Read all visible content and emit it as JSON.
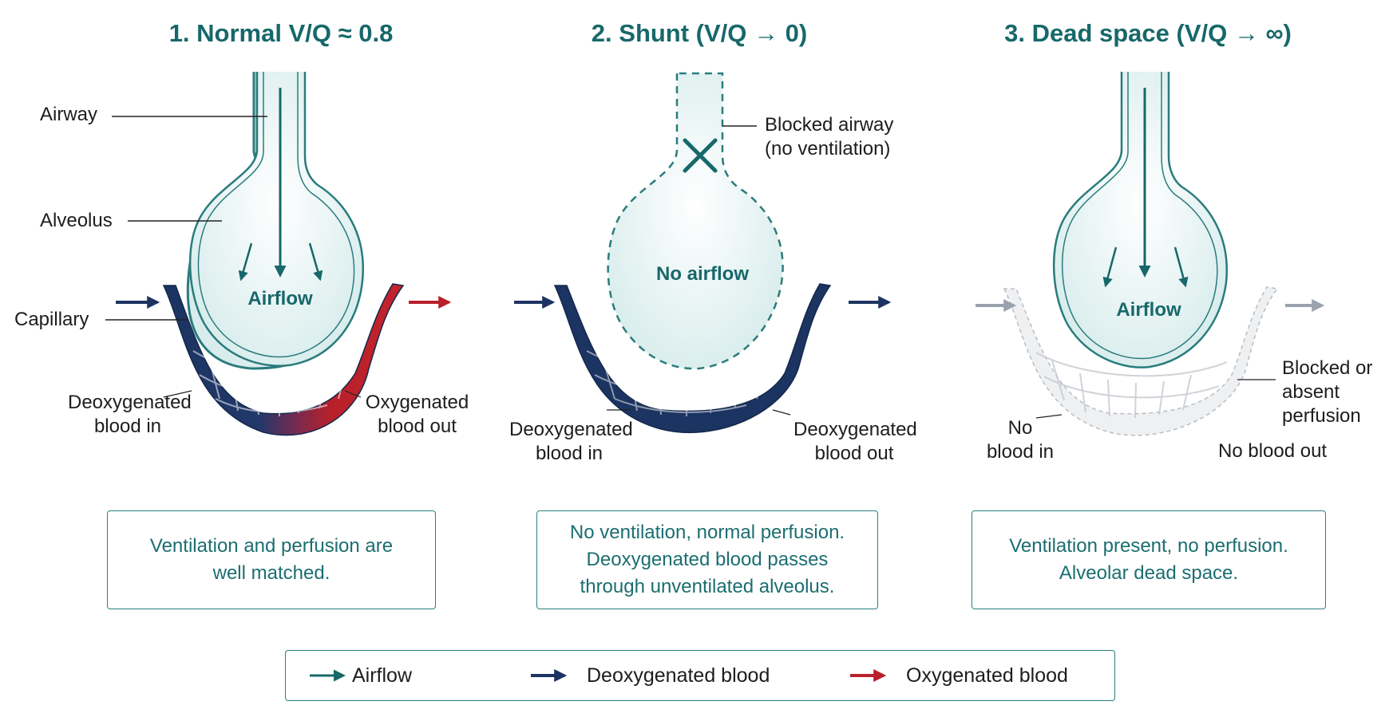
{
  "panels": [
    {
      "title": "1. Normal V/Q ≈ 0.8",
      "labels": {
        "airway": "Airway",
        "alveolus": "Alveolus",
        "capillary": "Capillary",
        "inside": "Airflow",
        "blood_in": [
          "Deoxygenated",
          "blood in"
        ],
        "blood_out": [
          "Oxygenated",
          "blood out"
        ]
      },
      "description": [
        "Ventilation and perfusion are",
        "well matched."
      ]
    },
    {
      "title": "2. Shunt (V/Q → 0)",
      "labels": {
        "blocked_airway": [
          "Blocked airway",
          "(no ventilation)"
        ],
        "inside": "No airflow",
        "blood_in": [
          "Deoxygenated",
          "blood in"
        ],
        "blood_out": [
          "Deoxygenated",
          "blood out"
        ]
      },
      "description": [
        "No ventilation, normal perfusion.",
        "Deoxygenated blood passes",
        "through unventilated alveolus."
      ]
    },
    {
      "title": "3. Dead space (V/Q → ∞)",
      "labels": {
        "inside": "Airflow",
        "blocked_perfusion": [
          "Blocked or",
          "absent",
          "perfusion"
        ],
        "blood_in": [
          "No",
          "blood in"
        ],
        "blood_out": "No blood out"
      },
      "description": [
        "Ventilation present, no perfusion.",
        "Alveolar dead space."
      ]
    }
  ],
  "legend": {
    "airflow": "Airflow",
    "deoxygenated": "Deoxygenated blood",
    "oxygenated": "Oxygenated blood"
  },
  "colors": {
    "teal": "#17686a",
    "deoxygenated": "#1c3461",
    "oxygenated": "#b8202a",
    "absent": "#c7cbd0"
  }
}
